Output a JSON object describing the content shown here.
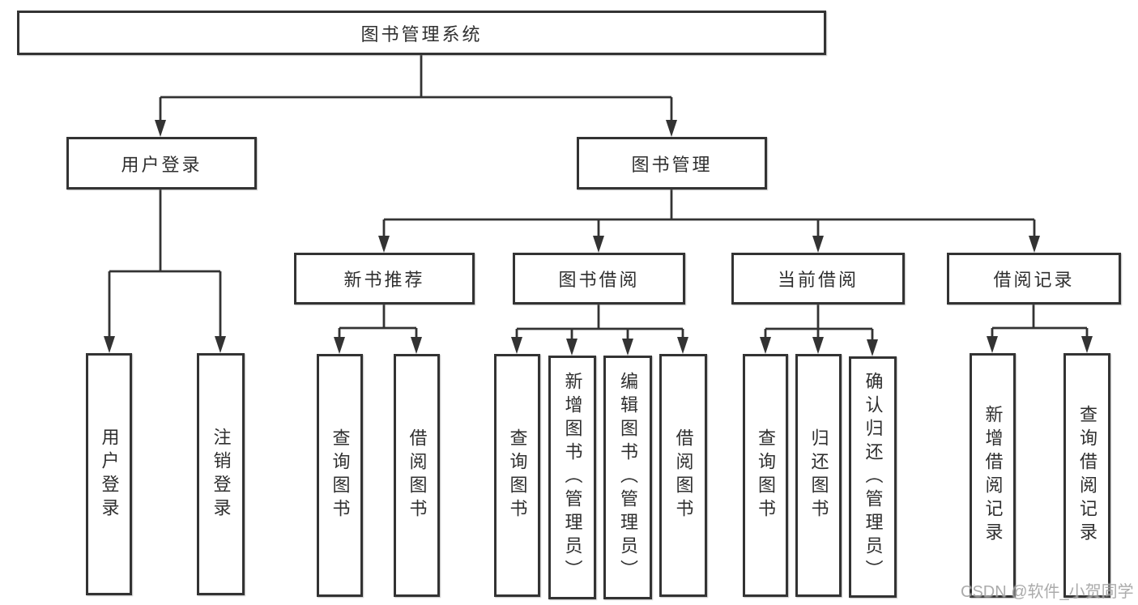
{
  "diagram": {
    "title": "图书管理系统",
    "colors": {
      "line": "#333333",
      "box_border": "#333333",
      "box_fill": "#ffffff",
      "text": "#2f2f2f",
      "watermark": "#9a9a9a"
    },
    "nodes": {
      "root": "图书管理系统",
      "user_login": "用户登录",
      "book_mgmt": "图书管理",
      "user_login_children": [
        "用户登录",
        "注销登录"
      ],
      "groups": [
        {
          "header": "新书推荐",
          "children": [
            "查询图书",
            "借阅图书"
          ]
        },
        {
          "header": "图书借阅",
          "children": [
            "查询图书",
            "新增图书（管理员）",
            "编辑图书（管理员）",
            "借阅图书"
          ]
        },
        {
          "header": "当前借阅",
          "children": [
            "查询图书",
            "归还图书",
            "确认归还（管理员）"
          ]
        },
        {
          "header": "借阅记录",
          "children": [
            "新增借阅记录",
            "查询借阅记录"
          ]
        }
      ]
    },
    "watermark": "CSDN @软件_小贺同学"
  }
}
